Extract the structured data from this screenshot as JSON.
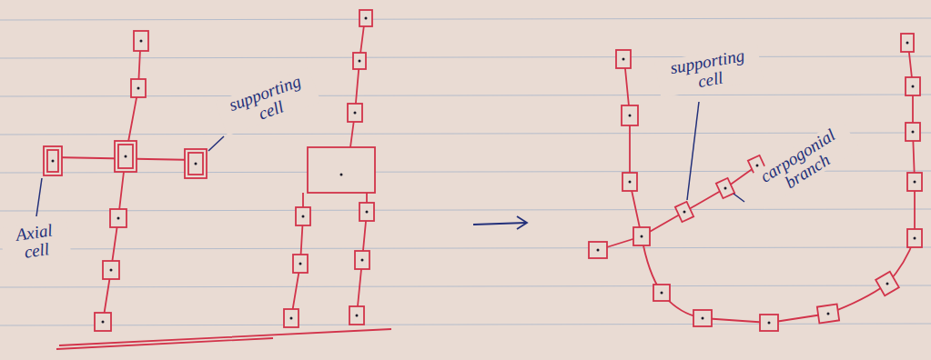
{
  "diagram": {
    "labels": [
      "Axial cell",
      "supporting cell",
      "supporting cell",
      "carpogonial branch"
    ]
  }
}
